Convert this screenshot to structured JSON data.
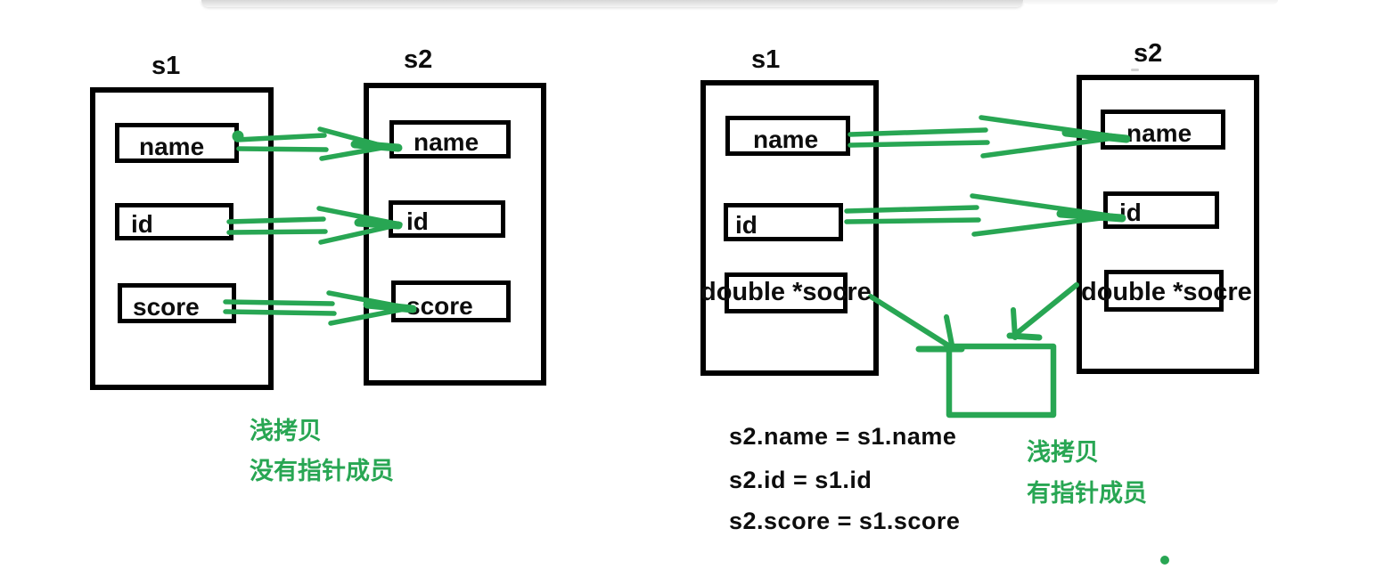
{
  "colors": {
    "green": "#28a653",
    "black": "#0d0d0d",
    "box_border": "#000000",
    "topbar_gray": "#d7d7d7"
  },
  "left_diagram": {
    "s1_title": "s1",
    "s2_title": "s2",
    "s1_fields": [
      "name",
      "id",
      "score"
    ],
    "s2_fields": [
      "name",
      "id",
      "score"
    ],
    "caption_line1": "浅拷贝",
    "caption_line2": "没有指针成员"
  },
  "right_diagram": {
    "s1_title": "s1",
    "s2_title": "s2",
    "s1_fields": [
      "name",
      "id"
    ],
    "s2_fields": [
      "name",
      "id"
    ],
    "s1_pointer_field": "double *socre",
    "s2_pointer_field": "double *socre",
    "assignments": [
      "s2.name = s1.name",
      "s2.id = s1.id",
      "s2.score = s1.score"
    ],
    "caption_line1": "浅拷贝",
    "caption_line2": "有指针成员"
  }
}
